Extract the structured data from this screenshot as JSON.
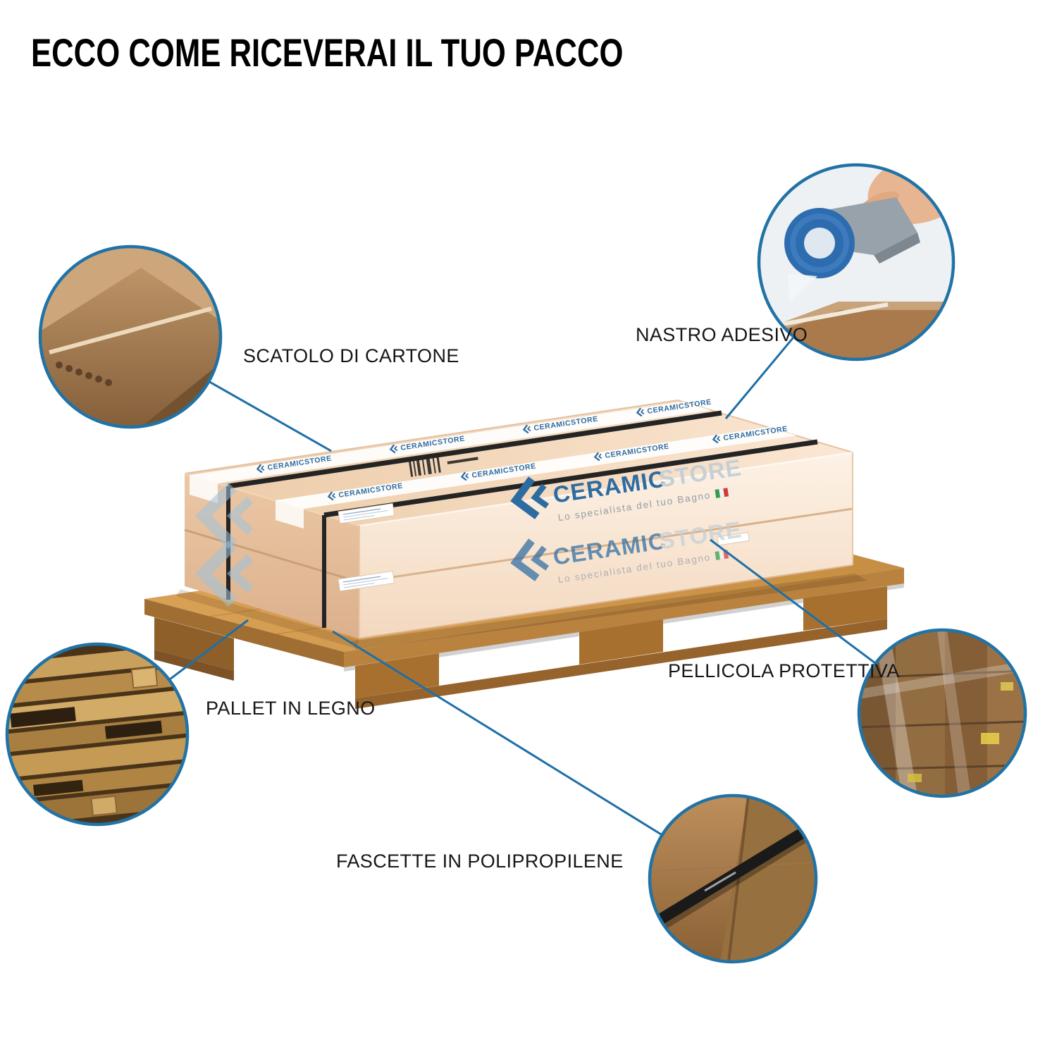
{
  "title": "ECCO COME RICEVERAI IL TUO PACCO",
  "brand": {
    "name_primary": "CERAMIC",
    "name_secondary": "STORE",
    "tagline": "Lo specialista del tuo Bagno",
    "tape_label": "CERAMICSTORE"
  },
  "callouts": [
    {
      "id": "cardboard",
      "label": "SCATOLO DI CARTONE"
    },
    {
      "id": "tape",
      "label": "NASTRO ADESIVO"
    },
    {
      "id": "film",
      "label": "PELLICOLA PROTETTIVA"
    },
    {
      "id": "pallet",
      "label": "PALLET IN LEGNO"
    },
    {
      "id": "straps",
      "label": "FASCETTE IN POLIPROPILENE"
    }
  ],
  "colors": {
    "accent_blue": "#2173a6",
    "connector_blue": "#1d6fa8",
    "cardboard_peach": "#f6dcc2",
    "pallet_wood": "#d29c57"
  }
}
